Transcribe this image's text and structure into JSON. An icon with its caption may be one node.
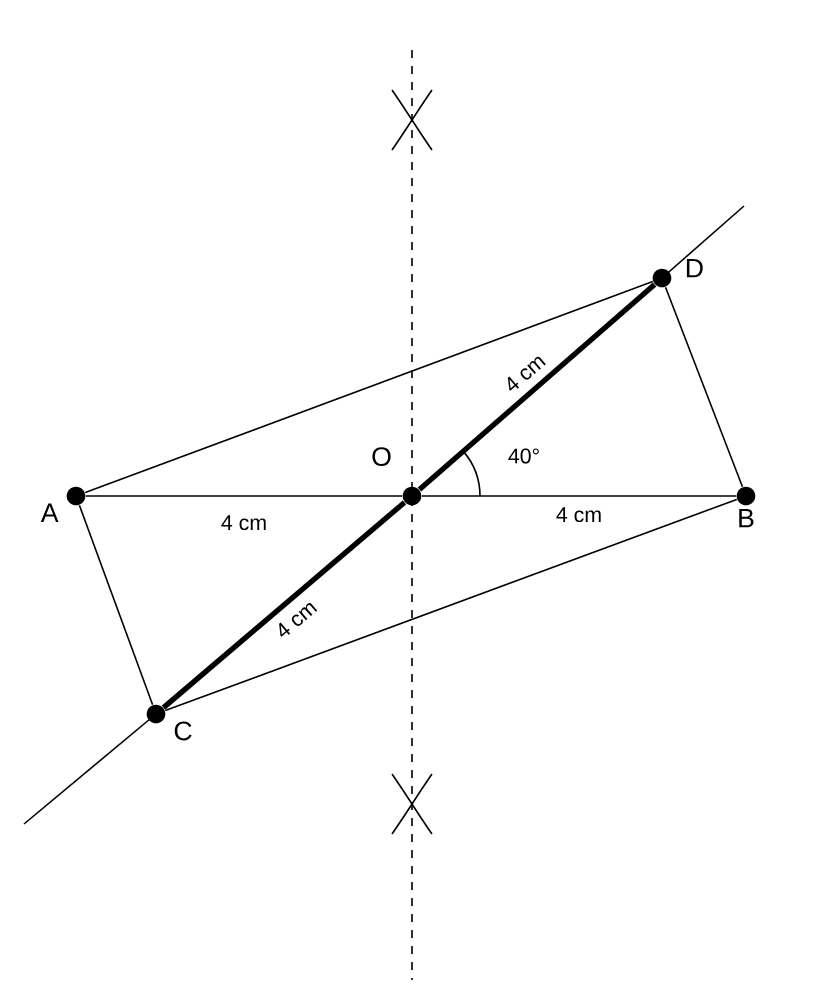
{
  "diagram": {
    "nodes": [
      {
        "text": [
          "A"
        ]
      },
      {
        "text": [
          "B"
        ]
      },
      {
        "text": [
          "C"
        ]
      },
      {
        "text": [
          "D"
        ]
      },
      {
        "text": [
          "O"
        ]
      }
    ],
    "edges": [
      {
        "from": 0,
        "to": 4,
        "arrow": "none",
        "label": "4 cm"
      },
      {
        "from": 4,
        "to": 1,
        "arrow": "none",
        "label": "4 cm"
      },
      {
        "from": 2,
        "to": 4,
        "arrow": "none",
        "label": "4 cm",
        "style": "thick"
      },
      {
        "from": 4,
        "to": 3,
        "arrow": "none",
        "label": "4 cm",
        "style": "thick"
      },
      {
        "from": 0,
        "to": 3,
        "arrow": "none"
      },
      {
        "from": 3,
        "to": 1,
        "arrow": "none"
      },
      {
        "from": 1,
        "to": 2,
        "arrow": "none"
      },
      {
        "from": 2,
        "to": 0,
        "arrow": "none"
      }
    ],
    "labels": [
      "40°"
    ]
  }
}
